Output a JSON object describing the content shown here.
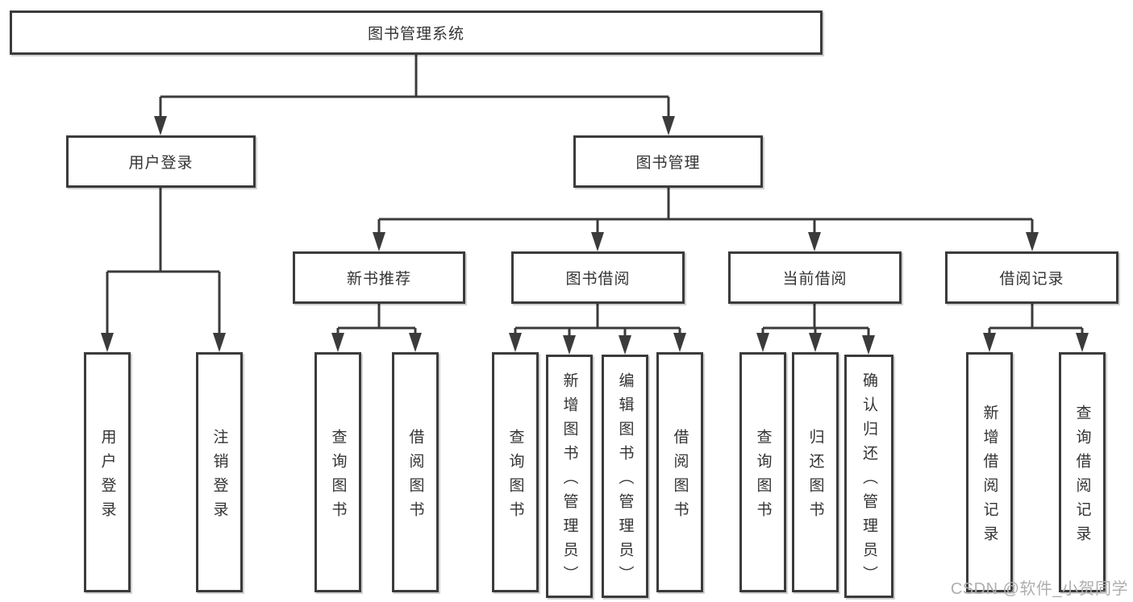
{
  "tree": {
    "root": "图书管理系统",
    "user_login": {
      "label": "用户登录",
      "leaves": [
        "用户登录",
        "注销登录"
      ]
    },
    "book_management": {
      "label": "图书管理",
      "sections": {
        "new_book_recommend": {
          "label": "新书推荐",
          "leaves": [
            "查询图书",
            "借阅图书"
          ]
        },
        "book_borrow": {
          "label": "图书借阅",
          "leaves": [
            "查询图书",
            "新增图书（管理员）",
            "编辑图书（管理员）",
            "借阅图书"
          ]
        },
        "current_borrow": {
          "label": "当前借阅",
          "leaves": [
            "查询图书",
            "归还图书",
            "确认归还（管理员）"
          ]
        },
        "borrow_records": {
          "label": "借阅记录",
          "leaves": [
            "新增借阅记录",
            "查询借阅记录"
          ]
        }
      }
    }
  },
  "watermark": "CSDN @软件_小贺同学",
  "colors": {
    "line": "#3b3b3b",
    "box_border": "#3b3b3b",
    "text": "#333333",
    "background": "#ffffff",
    "watermark": "#aeaeae"
  }
}
